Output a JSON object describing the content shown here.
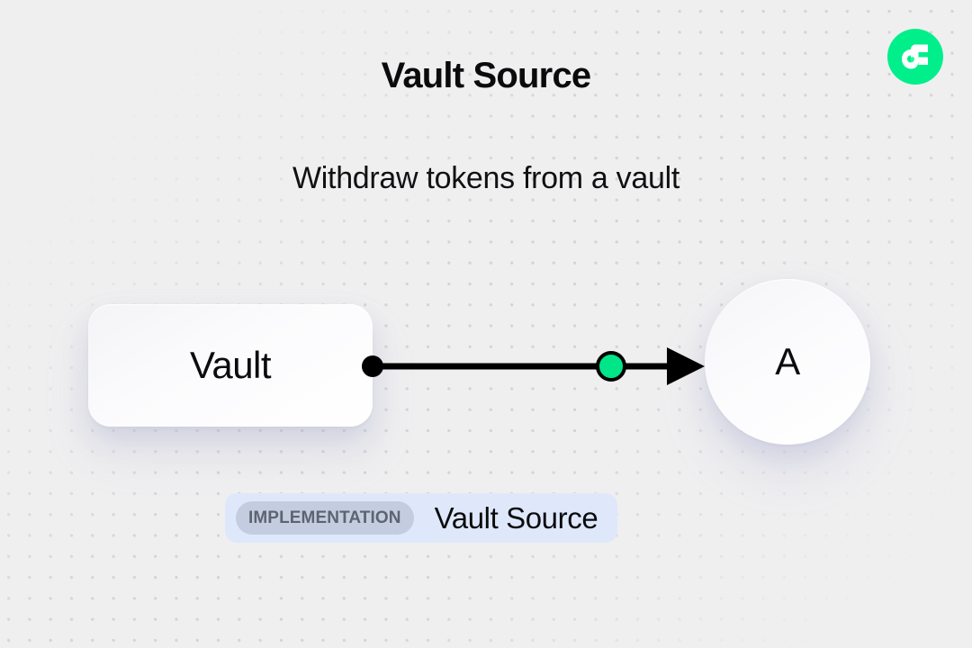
{
  "header": {
    "title": "Vault Source",
    "subtitle": "Withdraw tokens from a vault",
    "logo_icon": "flow-logo-icon",
    "logo_color": "#00ef8b"
  },
  "diagram": {
    "source_node": {
      "label": "Vault",
      "shape": "rounded-rectangle",
      "port_icon": "source-port-dot",
      "port_color": "#000000"
    },
    "target_node": {
      "label": "A",
      "shape": "circle"
    },
    "edge": {
      "arrow_icon": "arrow-head-icon",
      "connector_icon": "green-connector-dot",
      "connector_color": "#00e587",
      "line_color": "#000000"
    }
  },
  "badge": {
    "kind_label": "IMPLEMENTATION",
    "name": "Vault Source",
    "background_color": "#dfe8fb",
    "chip_color": "#c3cddf"
  },
  "background": {
    "color": "#efeff0",
    "dot_color": "#d4d4d7"
  }
}
